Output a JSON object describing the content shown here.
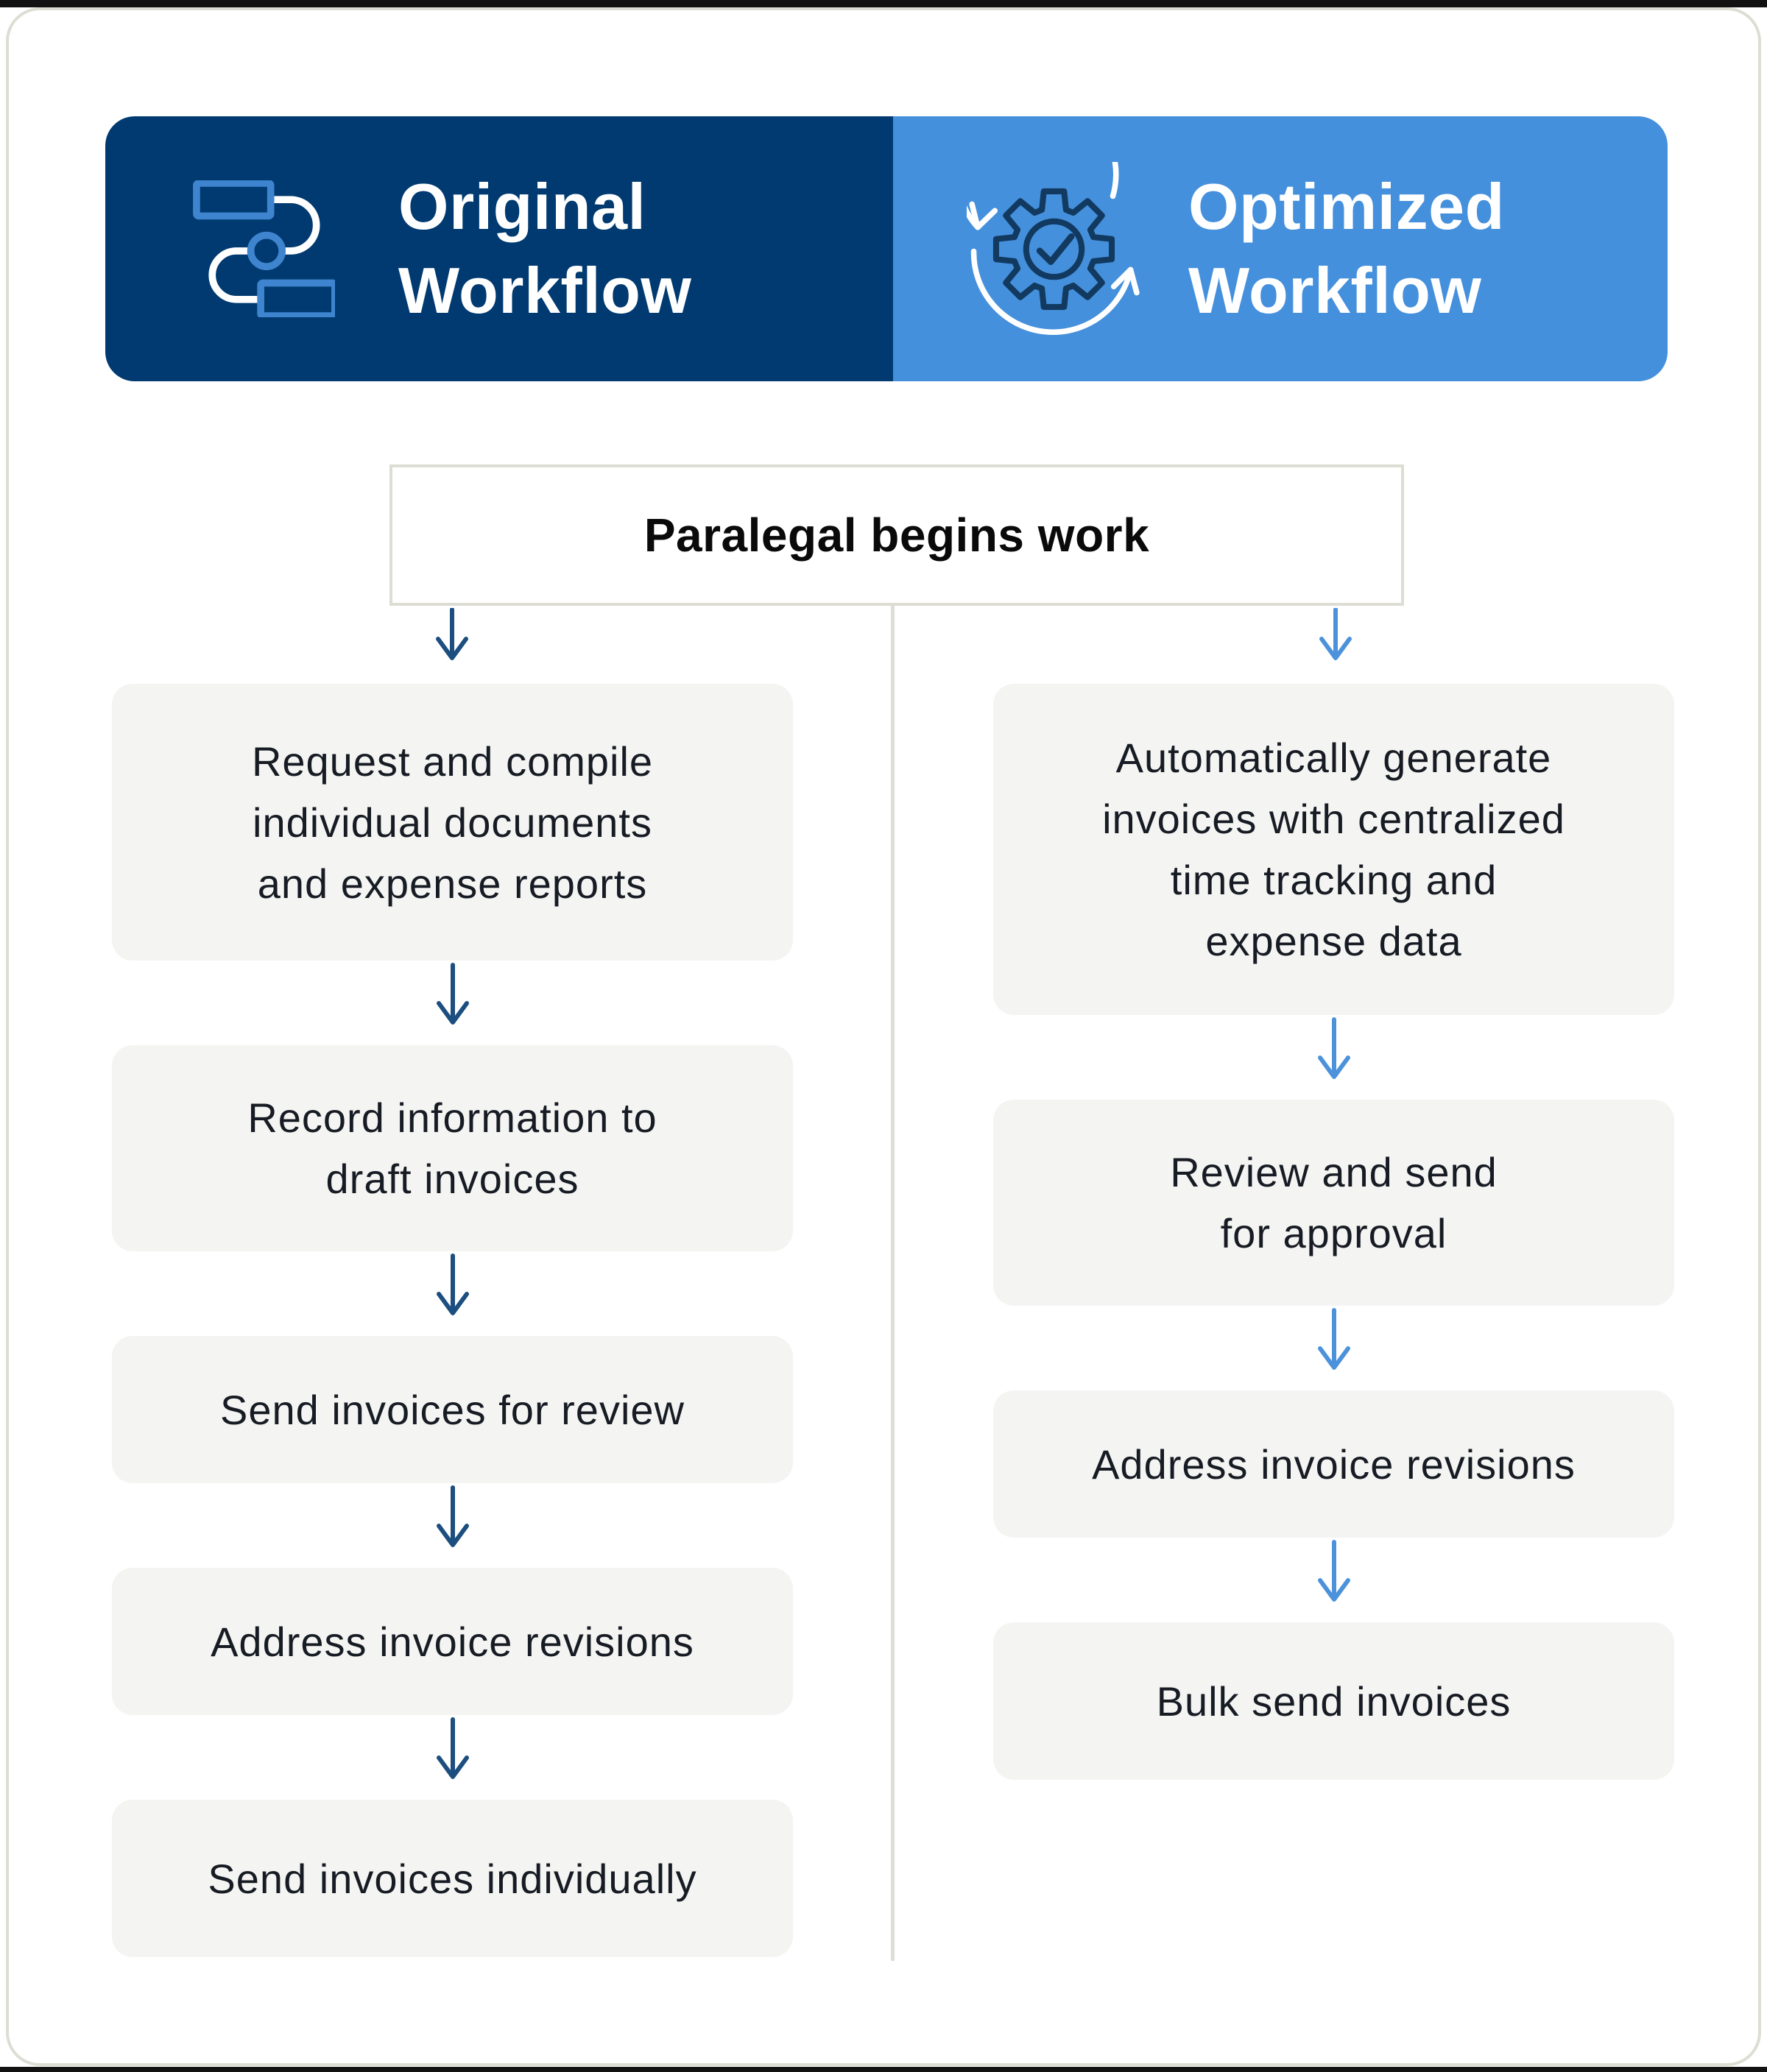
{
  "page": {
    "outer_background": "#121212",
    "card_background": "#FFFFFF",
    "card_border_color": "#DDDDD3"
  },
  "header": {
    "original": {
      "title": "Original\nWorkflow",
      "background": "#003A70",
      "icon": "flowchart-icon",
      "icon_accent": "#3E84CF",
      "icon_line": "#FFFFFF"
    },
    "optimized": {
      "title": "Optimized\nWorkflow",
      "background": "#4590DC",
      "icon": "sync-gear-check-icon",
      "icon_accent": "#123A60",
      "icon_line": "#FFFFFF"
    }
  },
  "start_node": {
    "label": "Paralegal begins work"
  },
  "flow": {
    "original": {
      "arrow_color": "#1C4E80",
      "steps": [
        "Request and compile\nindividual documents\nand expense reports",
        "Record information to\ndraft invoices",
        "Send invoices for review",
        "Address invoice revisions",
        "Send invoices individually"
      ]
    },
    "optimized": {
      "arrow_color": "#4C92DB",
      "steps": [
        "Automatically generate\ninvoices with centralized\ntime tracking and\nexpense data",
        "Review and send\nfor approval",
        "Address invoice revisions",
        "Bulk send invoices"
      ]
    }
  },
  "colors": {
    "step_box_background": "#F4F4F2",
    "step_text": "#171C24",
    "divider": "#DEDED6"
  }
}
